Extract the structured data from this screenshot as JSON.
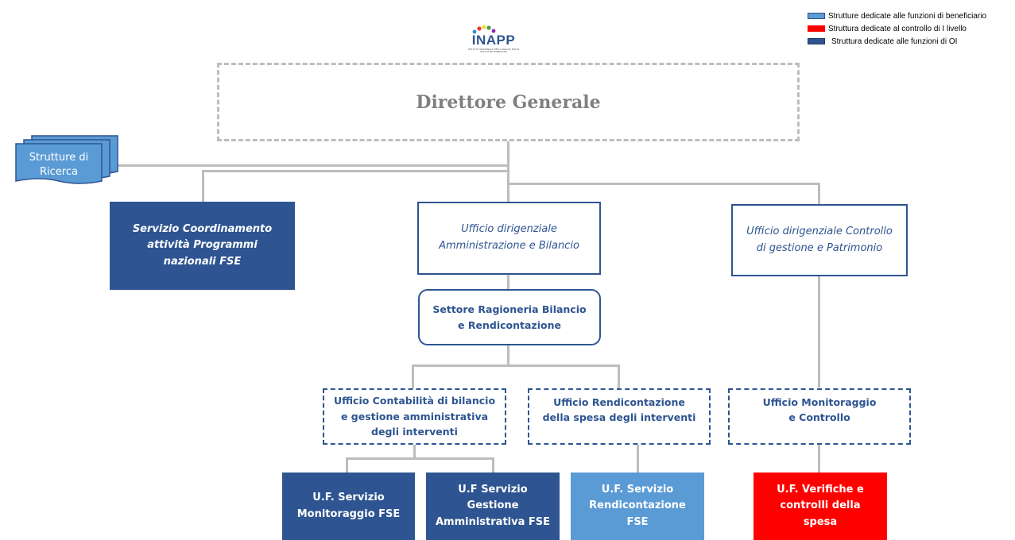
{
  "logo": {
    "text": "INAPP",
    "tagline": "ISTITUTO NAZIONALE PER L'ANALISI DELLE POLITICHE PUBBLICHE"
  },
  "legend": [
    {
      "label": "Strutture dedicate alle funzioni di beneficiario",
      "color": "#5b9bd5"
    },
    {
      "label": "Struttura dedicate al controllo di I livello",
      "color": "#ff0000"
    },
    {
      "label": "Struttura dedicate alle funzioni di OI",
      "color": "#2e5591"
    }
  ],
  "nodes": {
    "direttore": "Direttore Generale",
    "strutture_ricerca": "Strutture di Ricerca",
    "servizio_coordinamento": "Servizio Coordinamento attività Programmi nazionali FSE",
    "ufficio_amministrazione": "Ufficio dirigenziale Amministrazione e Bilancio",
    "ufficio_controllo": "Ufficio dirigenziale Controllo di gestione e Patrimonio",
    "settore_ragioneria": "Settore Ragioneria Bilancio e Rendicontazione",
    "ufficio_contabilita": "Ufficio Contabilità di bilancio e gestione amministrativa degli interventi",
    "ufficio_rendicontazione": "Ufficio Rendicontazione della spesa degli interventi",
    "ufficio_monitoraggio": "Ufficio Monitoraggio e Controllo",
    "uf_monitoraggio": "U.F. Servizio Monitoraggio FSE",
    "uf_gestione": "U.F Servizio Gestione Amministrativa FSE",
    "uf_rendicontazione": "U.F. Servizio Rendicontazione FSE",
    "uf_verifiche": "U.F. Verifiche e controlli della spesa"
  }
}
